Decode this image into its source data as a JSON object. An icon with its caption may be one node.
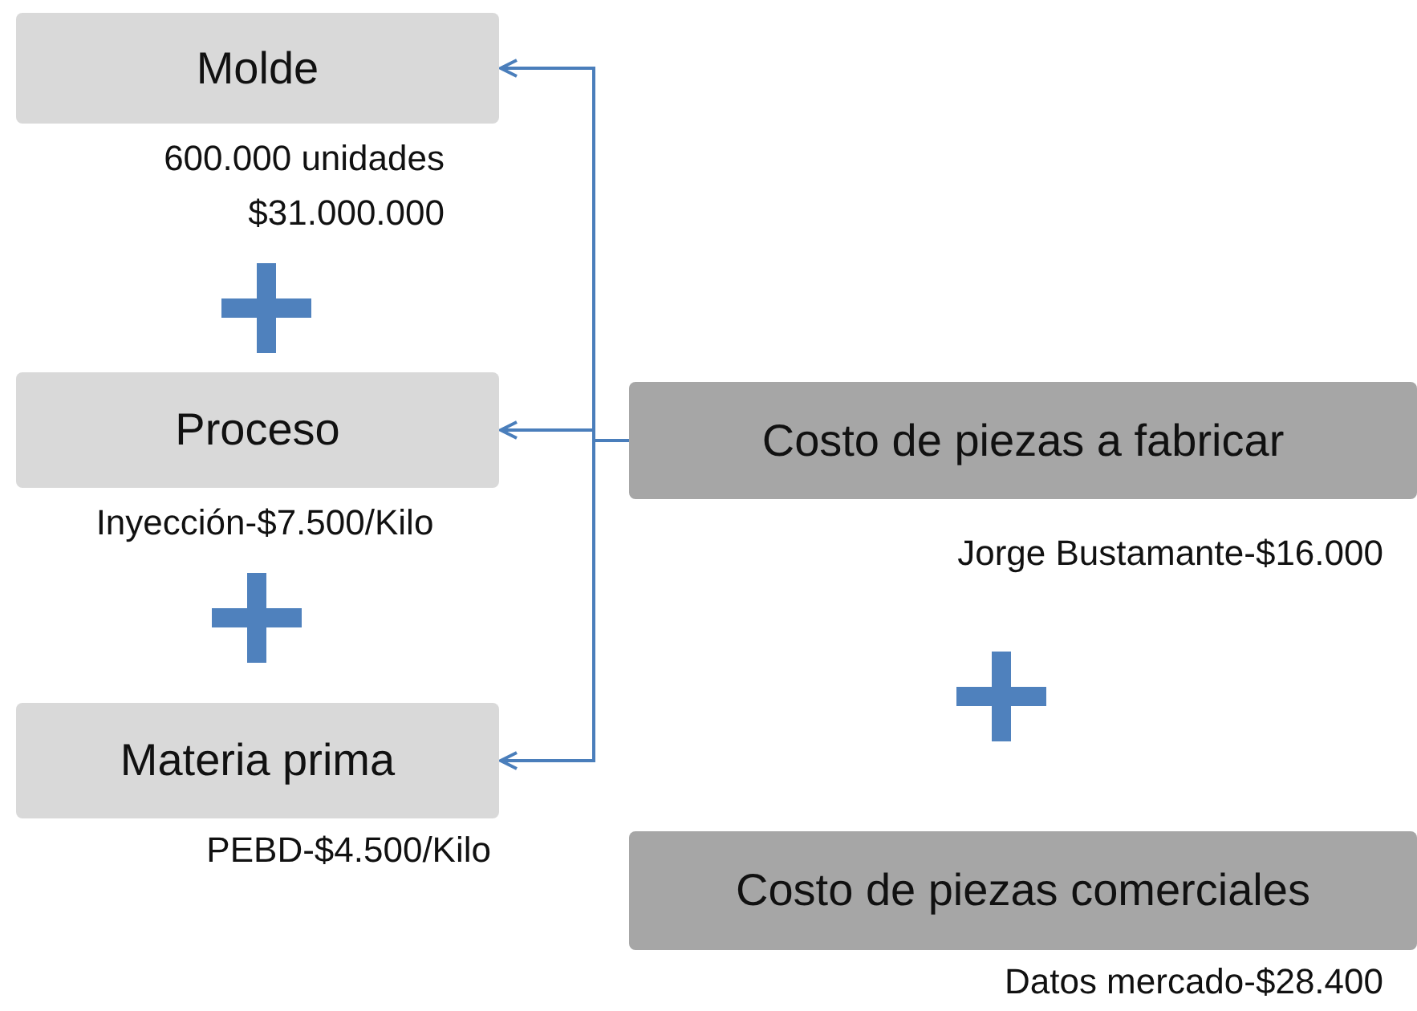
{
  "diagram": {
    "nodes": [
      {
        "text": [
          "Molde"
        ],
        "beside": [
          "600.000 unidades",
          "$31.000.000"
        ]
      },
      {
        "text": [
          "Proceso"
        ],
        "beside": [
          "Inyección-$7.500/Kilo"
        ]
      },
      {
        "text": [
          "Materia prima"
        ],
        "beside": [
          "PEBD-$4.500/Kilo"
        ]
      },
      {
        "text": [
          "Costo de piezas a fabricar"
        ],
        "beside": [
          "Jorge Bustamante-$16.000"
        ]
      },
      {
        "text": [
          "Costo de piezas comerciales"
        ],
        "beside": [
          "Datos mercado-$28.400"
        ]
      }
    ],
    "edges": [
      {
        "from": 3,
        "to": 0,
        "arrow": "to"
      },
      {
        "from": 3,
        "to": 1,
        "arrow": "to"
      },
      {
        "from": 3,
        "to": 2,
        "arrow": "to"
      }
    ]
  }
}
